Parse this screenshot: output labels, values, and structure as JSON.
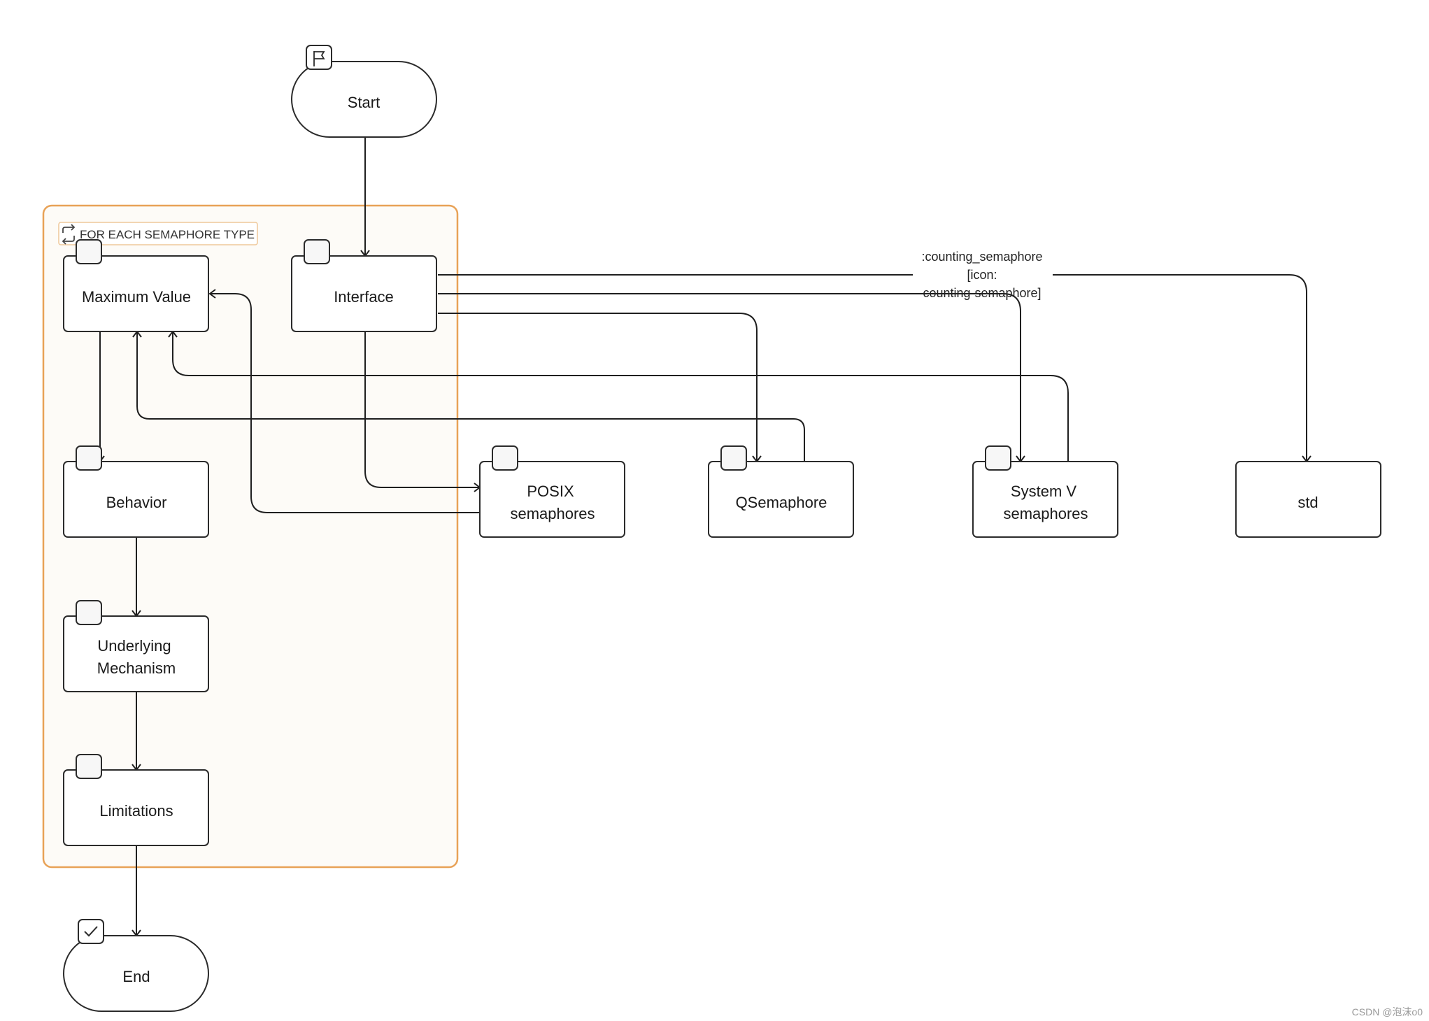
{
  "colors": {
    "loop_border": "#e8a257",
    "loop_fill": "#fdfbf7",
    "node_stroke": "#2b2b2b",
    "edge": "#1f1f1f"
  },
  "loop": {
    "label": "FOR EACH SEMAPHORE TYPE",
    "icon": "repeat-icon"
  },
  "nodes": {
    "start": {
      "label": "Start",
      "icon": "flag-icon"
    },
    "interface": {
      "label": "Interface"
    },
    "max_value": {
      "label": "Maximum Value"
    },
    "behavior": {
      "label": "Behavior"
    },
    "underlying": {
      "line1": "Underlying",
      "line2": "Mechanism"
    },
    "limitations": {
      "label": "Limitations"
    },
    "end": {
      "label": "End",
      "icon": "check-icon"
    },
    "posix": {
      "line1": "POSIX",
      "line2": "semaphores"
    },
    "qsemaphore": {
      "label": "QSemaphore"
    },
    "systemv": {
      "line1": "System V",
      "line2": "semaphores"
    },
    "std": {
      "label": "std"
    }
  },
  "edge_label": {
    "line1": ":counting_semaphore",
    "line2": "[icon:",
    "line3": "counting-semaphore]"
  },
  "watermark": "CSDN @泡沫o0"
}
